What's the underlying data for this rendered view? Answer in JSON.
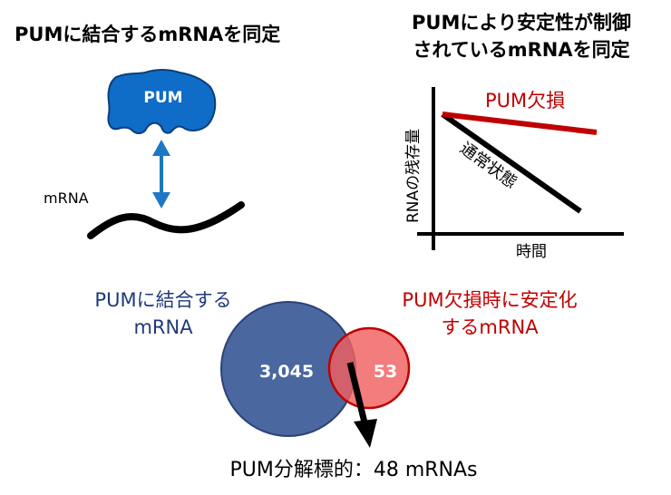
{
  "titles": {
    "left": "PUMに結合するmRNAを同定",
    "right_line1": "PUMにより安定性が制御",
    "right_line2": "されているmRNAを同定"
  },
  "binding_schematic": {
    "protein_label": "PUM",
    "rna_label": "mRNA"
  },
  "decay_graph": {
    "ylabel": "RNAの残存量",
    "xlabel": "時間",
    "line_mutant_label": "PUM欠損",
    "line_normal_label": "通常状態",
    "mutant_color": "#c00000",
    "normal_color": "#000000"
  },
  "venn": {
    "left_label_line1": "PUMに結合する",
    "left_label_line2": "mRNA",
    "right_label_line1": "PUM欠損時に安定化",
    "right_label_line2": "するmRNA",
    "left_count": "3,045",
    "right_count": "53",
    "left_color": "#4a67a0",
    "right_color": "#f06060"
  },
  "result_label": "PUM分解標的：48 mRNAs"
}
